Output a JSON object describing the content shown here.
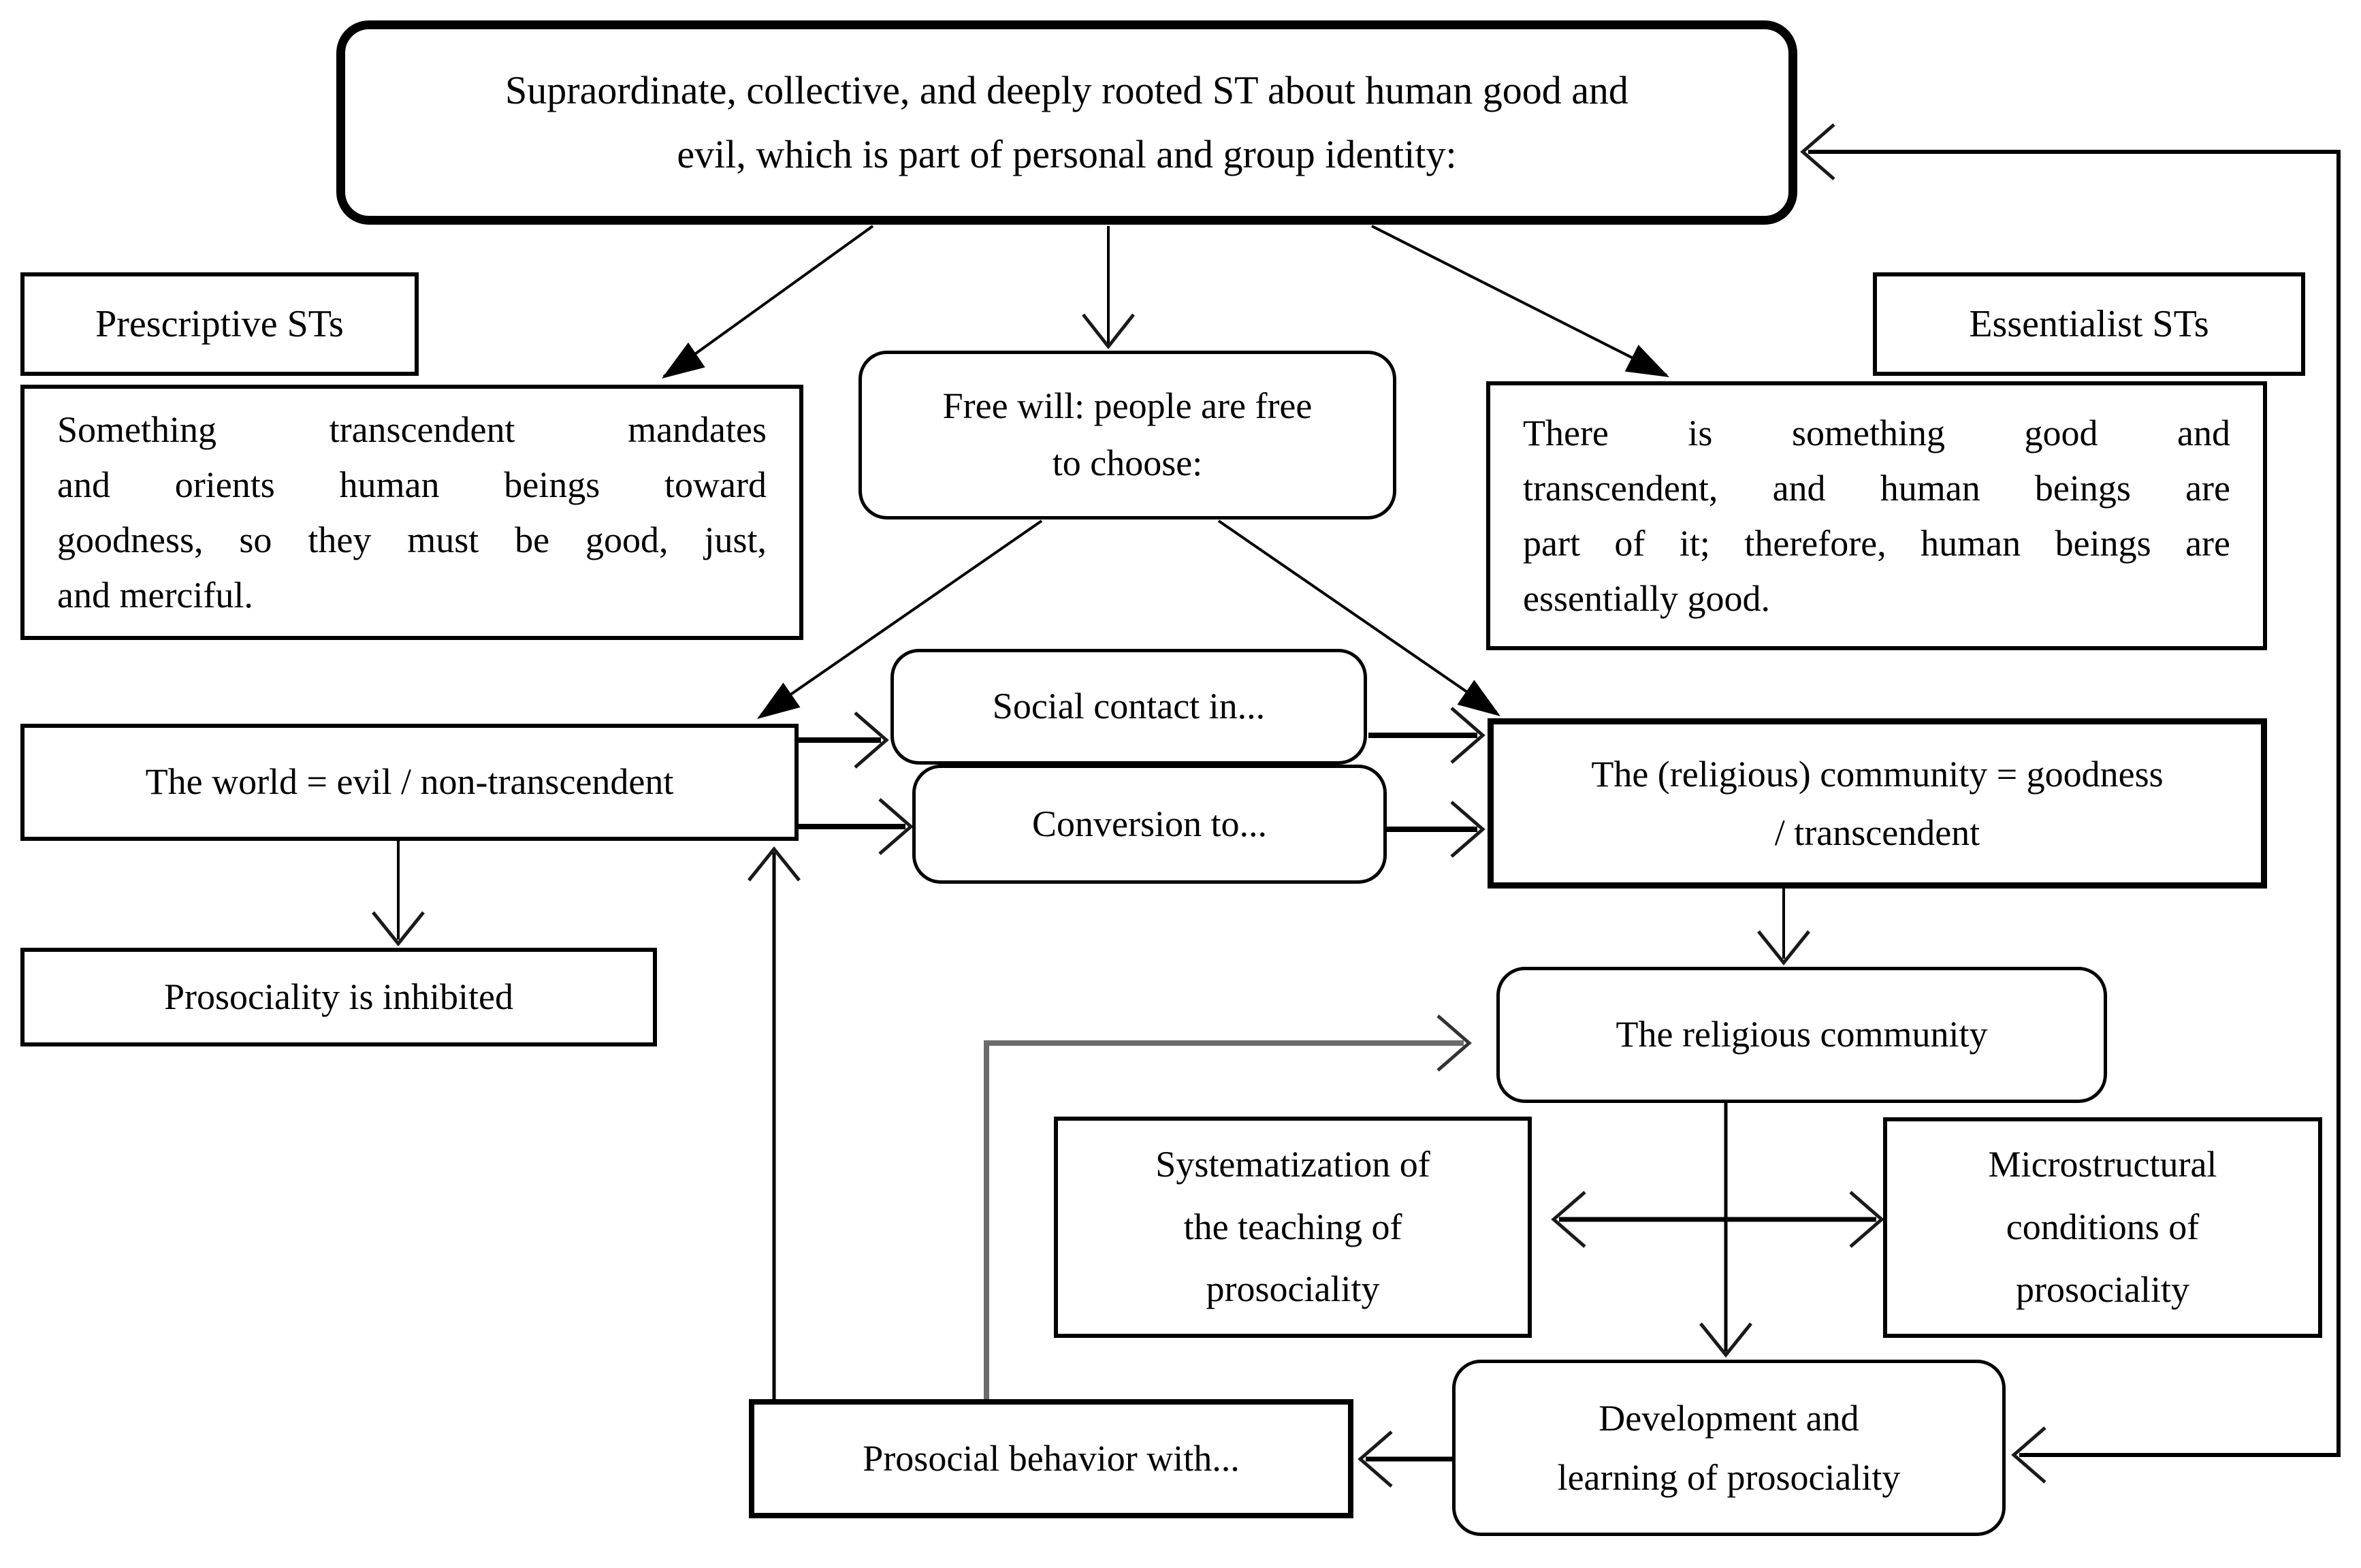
{
  "figure": {
    "background": "#ffffff",
    "colors": {
      "line": "#000000",
      "gray_line": "#6b6b6b",
      "text": "#000000",
      "box_fill": "#ffffff"
    }
  },
  "nodes": {
    "supraordinate": {
      "lines": [
        "Supraordinate, collective, and deeply rooted ST about human good and",
        "evil, which is part of personal and group identity:"
      ]
    },
    "prescriptive_label": {
      "text": "Prescriptive STs"
    },
    "prescriptive_desc": {
      "lines": [
        "Something transcendent mandates",
        "and orients human beings toward",
        "goodness, so they must be good, just,",
        "and merciful."
      ]
    },
    "free_will": {
      "lines": [
        "Free will: people are free",
        "to choose:"
      ]
    },
    "essentialist_label": {
      "text": "Essentialist STs"
    },
    "essentialist_desc": {
      "lines": [
        "There is something good and",
        "transcendent, and human beings are",
        "part of it; therefore, human beings are",
        "essentially good."
      ]
    },
    "world": {
      "text": "The world = evil / non-transcendent"
    },
    "social_contact": {
      "text": "Social contact in..."
    },
    "conversion": {
      "text": "Conversion to..."
    },
    "community_goodness": {
      "lines": [
        "The (religious) community = goodness",
        "/ transcendent"
      ]
    },
    "prosociality_inhibited": {
      "text": "Prosociality is inhibited"
    },
    "religious_community": {
      "text": "The religious community"
    },
    "systematization": {
      "lines": [
        "Systematization of",
        "the teaching of",
        "prosociality"
      ]
    },
    "microstructural": {
      "lines": [
        "Microstructural",
        "conditions of",
        "prosociality"
      ]
    },
    "development": {
      "lines": [
        "Development and",
        "learning of prosociality"
      ]
    },
    "prosocial_behavior": {
      "text": "Prosocial behavior with..."
    }
  }
}
